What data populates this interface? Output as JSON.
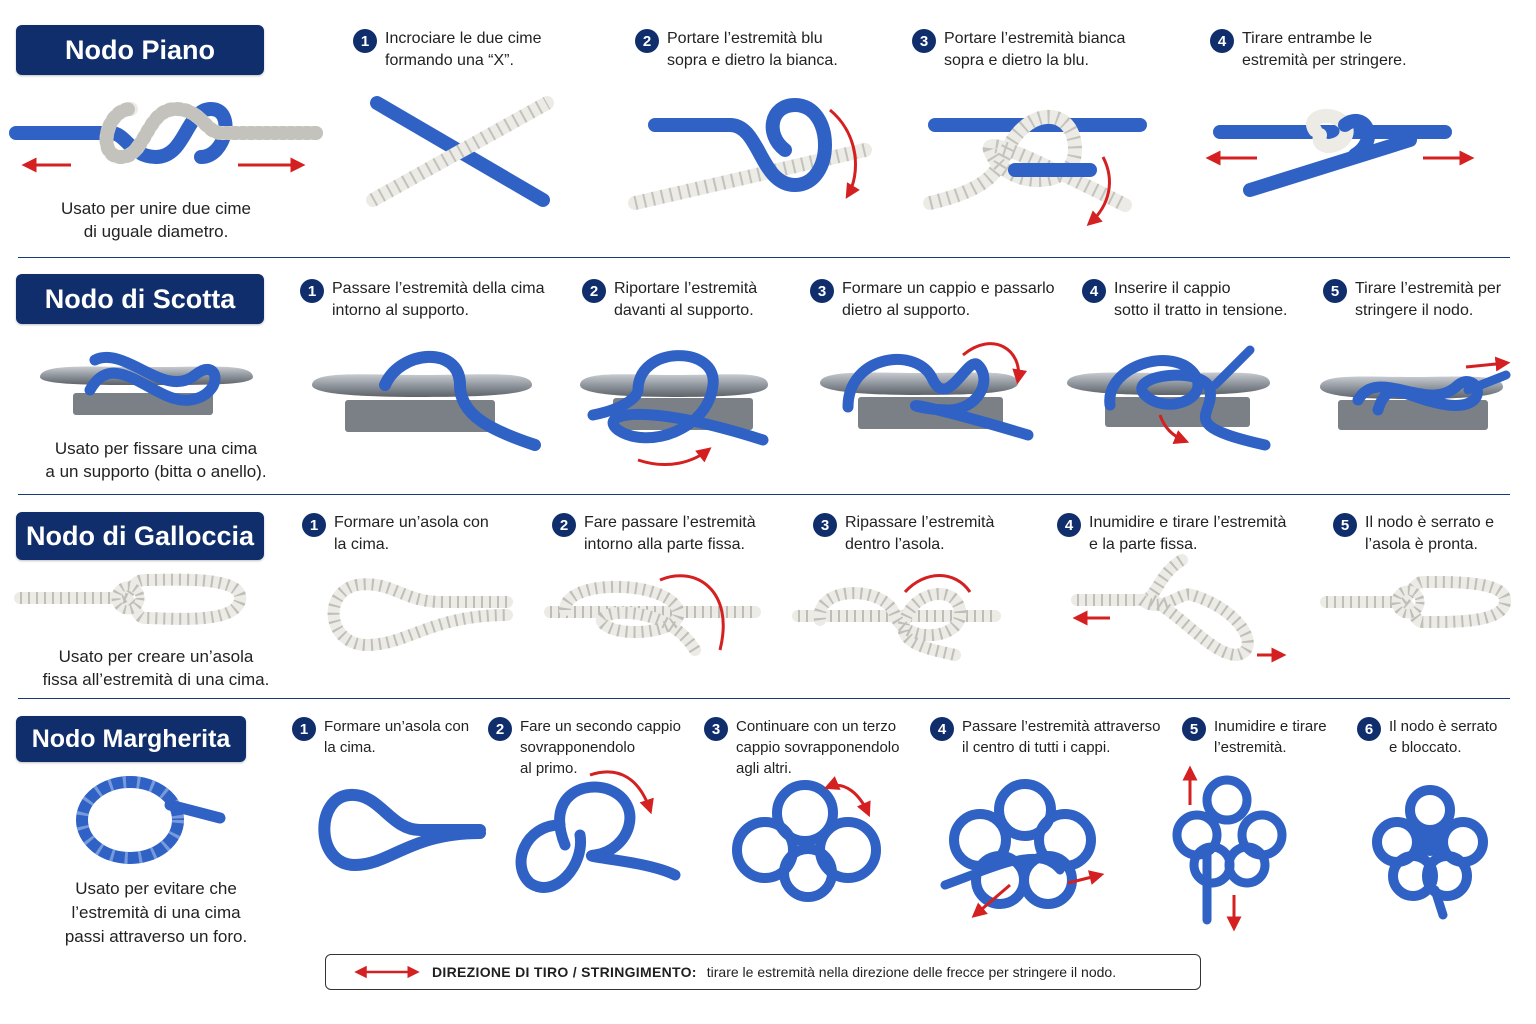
{
  "sections": [
    {
      "title": "Nodo Piano",
      "usage": [
        "Usato per unire due cime",
        "di uguale diametro."
      ],
      "steps": [
        {
          "num": "1",
          "lines": [
            "Incrociare le due cime",
            "formando una “X”."
          ]
        },
        {
          "num": "2",
          "lines": [
            "Portare l’estremità blu",
            "sopra e dietro la bianca."
          ]
        },
        {
          "num": "3",
          "lines": [
            "Portare l’estremità bianca",
            "sopra e dietro la blu."
          ]
        },
        {
          "num": "4",
          "lines": [
            "Tirare entrambe le",
            "estremità per stringere."
          ]
        }
      ]
    },
    {
      "title": "Nodo di Scotta",
      "usage": [
        "Usato per fissare una cima",
        "a un supporto (bitta o anello)."
      ],
      "steps": [
        {
          "num": "1",
          "lines": [
            "Passare l’estremità della cima",
            "intorno al supporto."
          ]
        },
        {
          "num": "2",
          "lines": [
            "Riportare l’estremità",
            "davanti al supporto."
          ]
        },
        {
          "num": "3",
          "lines": [
            "Formare un cappio e passarlo",
            "dietro al supporto."
          ]
        },
        {
          "num": "4",
          "lines": [
            "Inserire il cappio",
            "sotto il tratto in tensione."
          ]
        },
        {
          "num": "5",
          "lines": [
            "Tirare l’estremità per",
            "stringere il nodo."
          ]
        }
      ]
    },
    {
      "title": "Nodo di Galloccia",
      "usage": [
        "Usato per creare un’asola",
        "fissa all’estremità di una cima."
      ],
      "steps": [
        {
          "num": "1",
          "lines": [
            "Formare un’asola con",
            "la cima."
          ]
        },
        {
          "num": "2",
          "lines": [
            "Fare passare l’estremità",
            "intorno alla parte fissa."
          ]
        },
        {
          "num": "3",
          "lines": [
            "Ripassare l’estremità",
            "dentro l’asola."
          ]
        },
        {
          "num": "4",
          "lines": [
            "Inumidire e tirare l’estremità",
            "e la parte fissa."
          ]
        },
        {
          "num": "5",
          "lines": [
            "Il nodo è serrato e",
            "l’asola è pronta."
          ]
        }
      ]
    },
    {
      "title": "Nodo Margherita",
      "usage": [
        "Usato per evitare che",
        "l’estremità di una cima",
        "passi attraverso un foro."
      ],
      "steps": [
        {
          "num": "1",
          "lines": [
            "Formare un’asola con",
            "la cima."
          ]
        },
        {
          "num": "2",
          "lines": [
            "Fare un secondo cappio",
            "sovrapponendolo",
            "al primo."
          ]
        },
        {
          "num": "3",
          "lines": [
            "Continuare con un terzo",
            "cappio sovrapponendolo",
            "agli altri."
          ]
        },
        {
          "num": "4",
          "lines": [
            "Passare l’estremità attraverso",
            "il centro di tutti i cappi."
          ]
        },
        {
          "num": "5",
          "lines": [
            "Inumidire e tirare",
            "l’estremità."
          ]
        },
        {
          "num": "6",
          "lines": [
            "Il nodo è serrato",
            "e bloccato."
          ]
        }
      ]
    }
  ],
  "legend": {
    "label": "DIREZIONE DI TIRO / STRINGIMENTO:",
    "text": "tirare le estremità nella direzione delle frecce per stringere il nodo."
  },
  "colors": {
    "navy": "#0f2e6b",
    "rope_blue": "#2f62c4",
    "rope_white": "#ecebe6",
    "arrow_red": "#d42020",
    "cleat_grey": "#8a8f96"
  }
}
